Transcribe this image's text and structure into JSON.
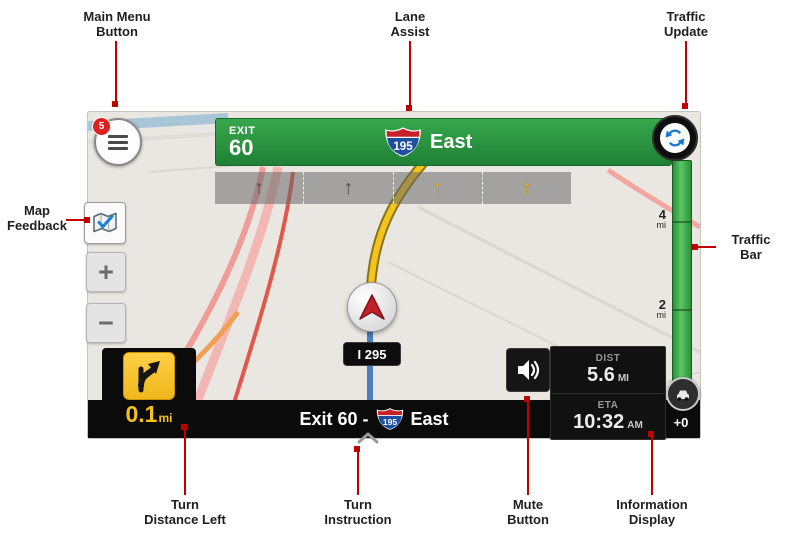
{
  "colors": {
    "callout_red": "#c00000",
    "banner_green": "#2f9e41",
    "route_yellow": "#f3c41c",
    "traffic_green": "#45b352",
    "turn_yellow": "#efb71c"
  },
  "callouts": {
    "main_menu": "Main Menu\nButton",
    "lane_assist": "Lane\nAssist",
    "traffic_update": "Traffic\nUpdate",
    "map_feedback": "Map\nFeedback",
    "traffic_bar": "Traffic\nBar",
    "turn_distance": "Turn\nDistance Left",
    "turn_instruction": "Turn\nInstruction",
    "mute_button": "Mute\nButton",
    "information_display": "Information\nDisplay"
  },
  "device": {
    "menu_badge": "5",
    "banner": {
      "exit_label": "EXIT",
      "exit_number": "60",
      "shield_number": "195",
      "direction": "East"
    },
    "lane_assist": {
      "arrow": "↑",
      "lanes": [
        "gray",
        "gray",
        "yellow",
        "yellow"
      ]
    },
    "zoom_in": "+",
    "zoom_out": "−",
    "road_shield": "I 295",
    "turn": {
      "distance_value": "0.1",
      "distance_unit": "mi"
    },
    "instruction": {
      "prefix": "Exit 60 -",
      "shield_number": "195",
      "suffix": "East"
    },
    "info": {
      "dist_label": "DIST",
      "dist_value": "5.6",
      "dist_unit": "MI",
      "eta_label": "ETA",
      "eta_value": "10:32",
      "eta_unit": "AM"
    },
    "traffic_bar": {
      "mark4_value": "4",
      "mark4_unit": "mi",
      "mark2_value": "2",
      "mark2_unit": "mi",
      "delay": "+0"
    }
  }
}
